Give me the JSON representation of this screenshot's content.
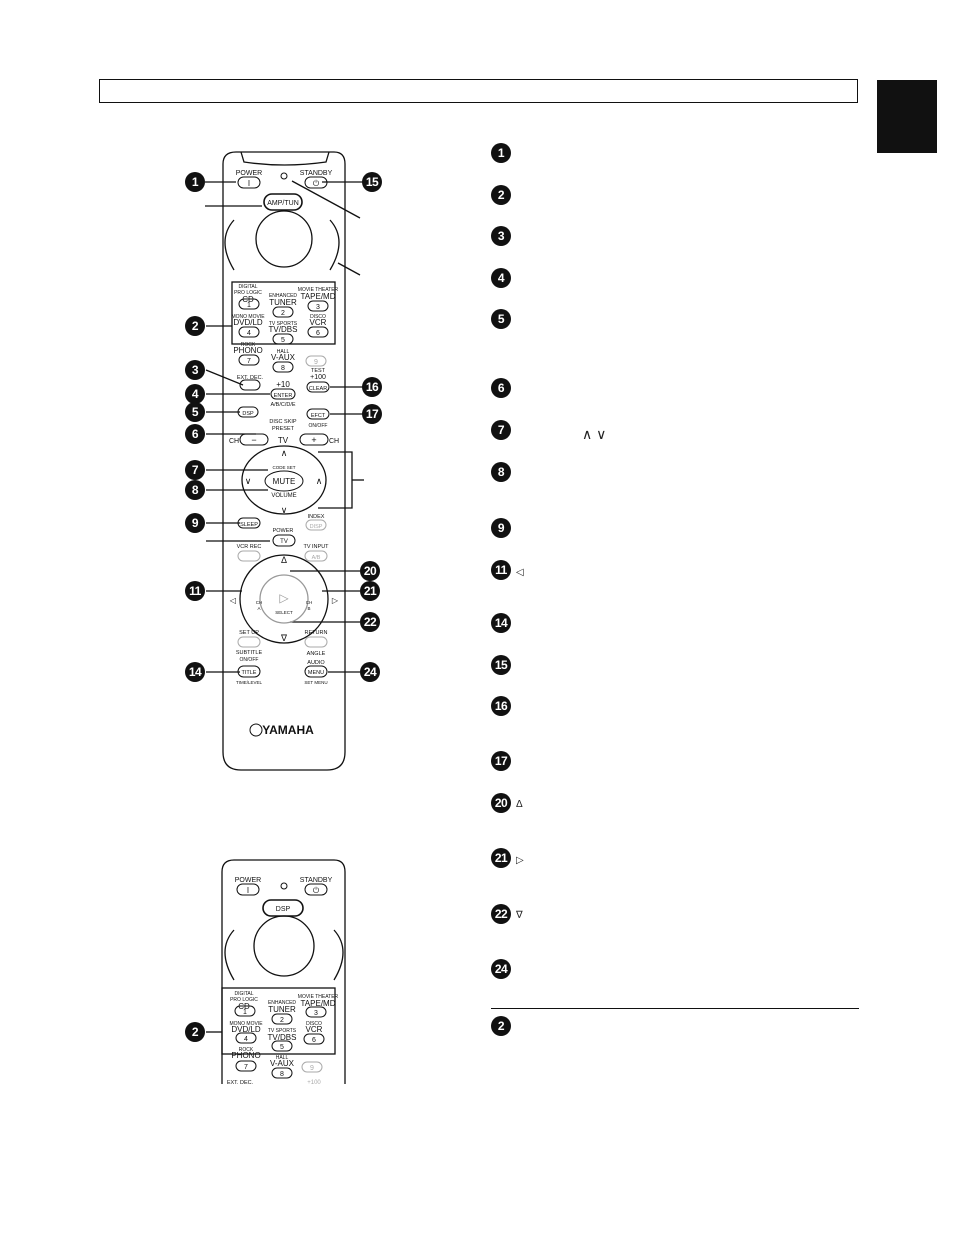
{
  "remote_main": {
    "power_label": "POWER",
    "standby_label": "STANDBY",
    "amp_tun_label": "AMP/TUN",
    "input_block": {
      "dolby_label": "DIGITAL",
      "pro_logic_label": "PRO LOGIC",
      "cd": "CD",
      "btn1": "1",
      "enhanced_label": "ENHANCED",
      "tuner": "TUNER",
      "btn2": "2",
      "movie_theater_label": "MOVIE THEATER",
      "tape_md": "TAPE/MD",
      "btn3": "3",
      "mono_movie_label": "MONO MOVIE",
      "dvd_ld": "DVD/LD",
      "btn4": "4",
      "tv_sports_label": "TV SPORTS",
      "tv_dbs": "TV/DBS",
      "btn5": "5",
      "disco_label": "DISCO",
      "vcr": "VCR",
      "btn6": "6",
      "rock_label": "ROCK",
      "phono": "PHONO",
      "btn7": "7",
      "hall_label": "HALL",
      "v_aux": "V-AUX",
      "btn8": "8"
    },
    "btn9": "9",
    "ext_dec_label": "EXT. DEC.",
    "plus10_label": "+10",
    "enter_label": "ENTER",
    "abcde_label": "A/B/C/D/E",
    "test_label": "TEST",
    "plus100_label": "+100",
    "clear_label": "CLEAR",
    "dsp_label": "DSP",
    "efct_label": "EFCT",
    "on_off_label": "ON/OFF",
    "disc_skip_label": "DISC SKIP",
    "preset_label": "PRESET",
    "ch_left": "CH",
    "ch_right": "CH",
    "minus_label": "−",
    "plus_label": "+",
    "tv_label": "TV",
    "code_set_label": "CODE SET",
    "mute_label": "MUTE",
    "volume_label": "VOLUME",
    "sleep_label": "SLEEP",
    "index_label": "INDEX",
    "disp_label": "DISP",
    "tv_power_label": "POWER",
    "tv_btn_label": "TV",
    "vcr_rec_label": "VCR REC",
    "tv_input_label": "TV INPUT",
    "ab_label": "A/B",
    "select_label": "SELECT",
    "ch_a_label": "CH",
    "ch_b_label": "CH",
    "a_label": "A",
    "b_label": "B",
    "setup_label": "SET UP",
    "return_label": "RETURN",
    "angle_label": "ANGLE",
    "subtitle_label": "SUBTITLE",
    "on_off2_label": "ON/OFF",
    "title_label": "TITLE",
    "time_level_label": "TIME/LEVEL",
    "audio_label": "AUDIO",
    "menu_label": "MENU",
    "set_menu_label": "SET MENU",
    "brand": "YAMAHA"
  },
  "remote_detail": {
    "power_label": "POWER",
    "standby_label": "STANDBY",
    "dsp_label": "DSP",
    "input_block": {
      "dolby_label": "DIGITAL",
      "pro_logic_label": "PRO LOGIC",
      "cd": "CD",
      "btn1": "1",
      "enhanced_label": "ENHANCED",
      "tuner": "TUNER",
      "btn2": "2",
      "movie_theater_label": "MOVIE THEATER",
      "tape_md": "TAPE/MD",
      "btn3": "3",
      "mono_movie_label": "MONO MOVIE",
      "dvd_ld": "DVD/LD",
      "btn4": "4",
      "tv_sports_label": "TV SPORTS",
      "tv_dbs": "TV/DBS",
      "btn5": "5",
      "disco_label": "DISCO",
      "vcr": "VCR",
      "btn6": "6",
      "rock_label": "ROCK",
      "phono": "PHONO",
      "btn7": "7",
      "hall_label": "HALL",
      "v_aux": "V-AUX",
      "btn8": "8"
    },
    "btn9": "9",
    "ext_dec_label": "EXT. DEC.",
    "plus100_label": "+100"
  },
  "callouts_main": [
    "1",
    "15",
    "2",
    "3",
    "16",
    "4",
    "5",
    "17",
    "6",
    "7",
    "8",
    "9",
    "20",
    "11",
    "21",
    "22",
    "14",
    "24"
  ],
  "callouts_detail": [
    "2"
  ],
  "legend": {
    "items": [
      "1",
      "2",
      "3",
      "4",
      "5",
      "6",
      "7",
      "8",
      "9",
      "11",
      "14",
      "15",
      "16",
      "17",
      "20",
      "21",
      "22",
      "24"
    ],
    "seven_glyphs": "∧ ∨",
    "eleven_glyph": "◁",
    "twenty_glyph": "Δ",
    "twentyone_glyph": "▷",
    "twentytwo_glyph": "∇",
    "section_item": "2"
  }
}
